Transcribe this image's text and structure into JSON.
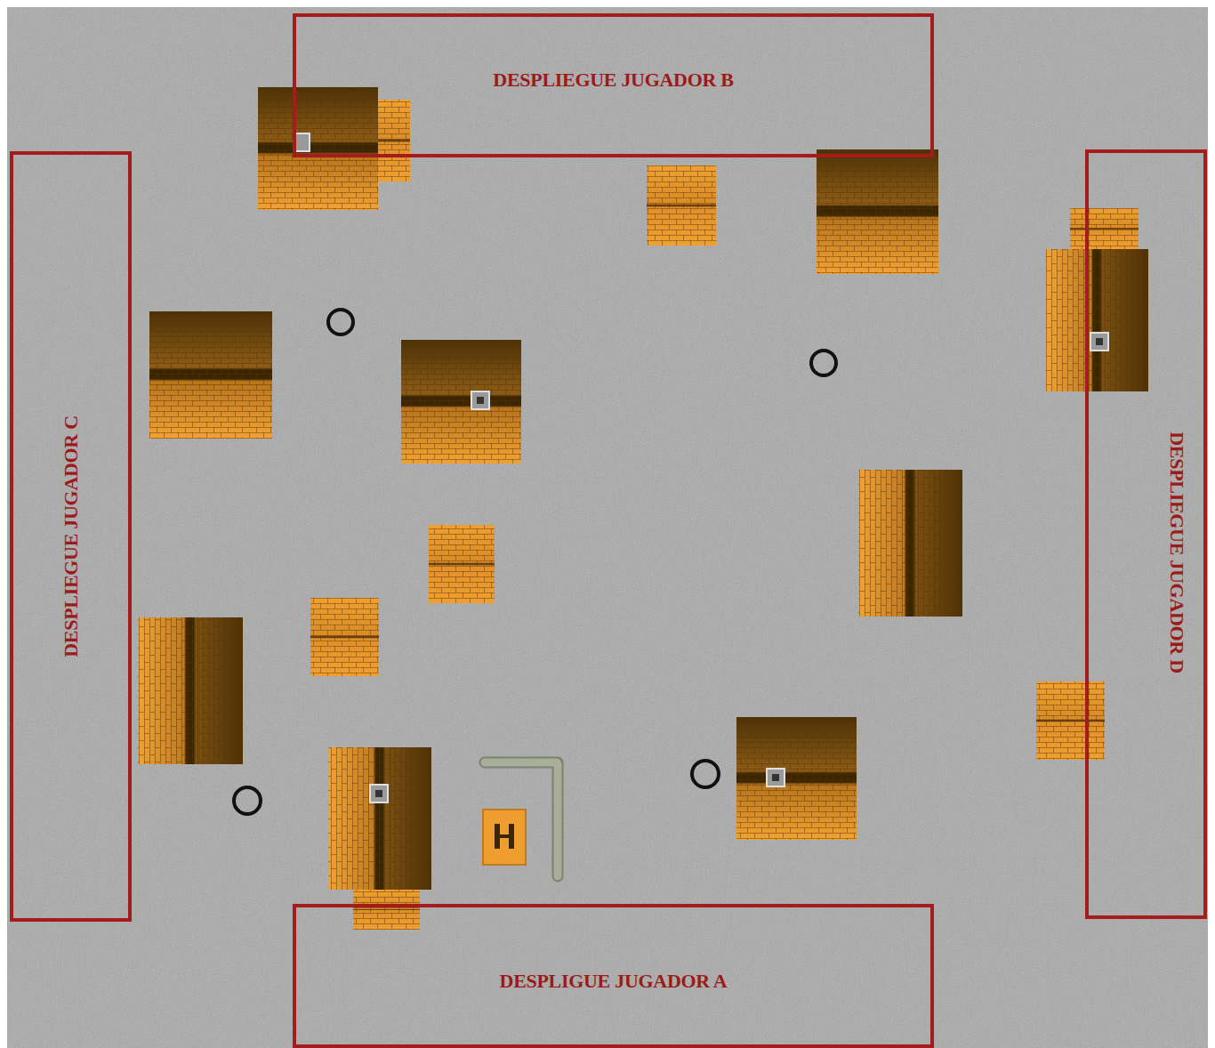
{
  "diagram": {
    "nodes": [
      {
        "text": [
          "DESPLIEGUE JUGADOR B"
        ]
      },
      {
        "text": [
          "DESPLIEGUE JUGADOR C"
        ]
      },
      {
        "text": [
          "DESPLIEGUE JUGADOR D"
        ]
      },
      {
        "text": [
          "DESPLIGUE JUGADOR A"
        ]
      }
    ]
  }
}
